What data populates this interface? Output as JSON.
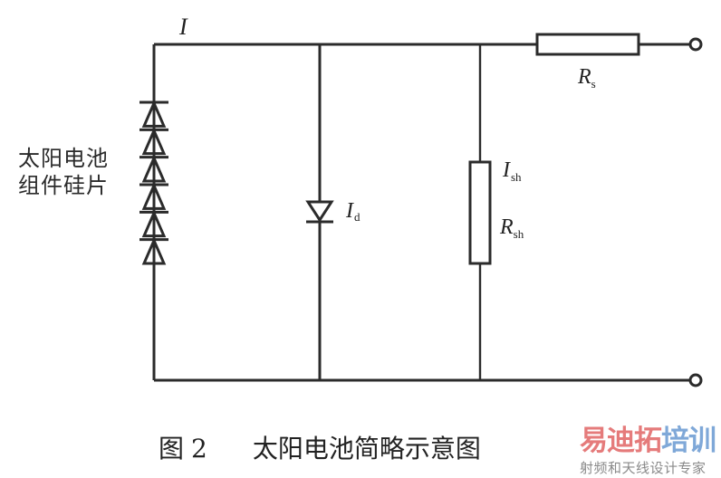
{
  "diagram": {
    "type": "circuit-schematic",
    "labels": {
      "current_total": "I",
      "diode_current_main": "I",
      "diode_current_sub": "d",
      "shunt_current_main": "I",
      "shunt_current_sub": "sh",
      "shunt_resistor_main": "R",
      "shunt_resistor_sub": "sh",
      "series_resistor_main": "R",
      "series_resistor_sub": "s"
    },
    "solar_module_label_line1": "太阳电池",
    "solar_module_label_line2": "组件硅片",
    "solar_cell_count": 6,
    "components": [
      "solar-cell-array",
      "diode",
      "shunt-resistor",
      "series-resistor",
      "output-terminals"
    ]
  },
  "caption": {
    "figure": "图",
    "number": "2",
    "title": "太阳电池简略示意图"
  },
  "watermark": {
    "brand_part1": "易迪拓",
    "brand_part2": "培训",
    "tagline": "射频和天线设计专家",
    "color_primary": "#e57b7b",
    "color_secondary": "#7fa8d8"
  }
}
